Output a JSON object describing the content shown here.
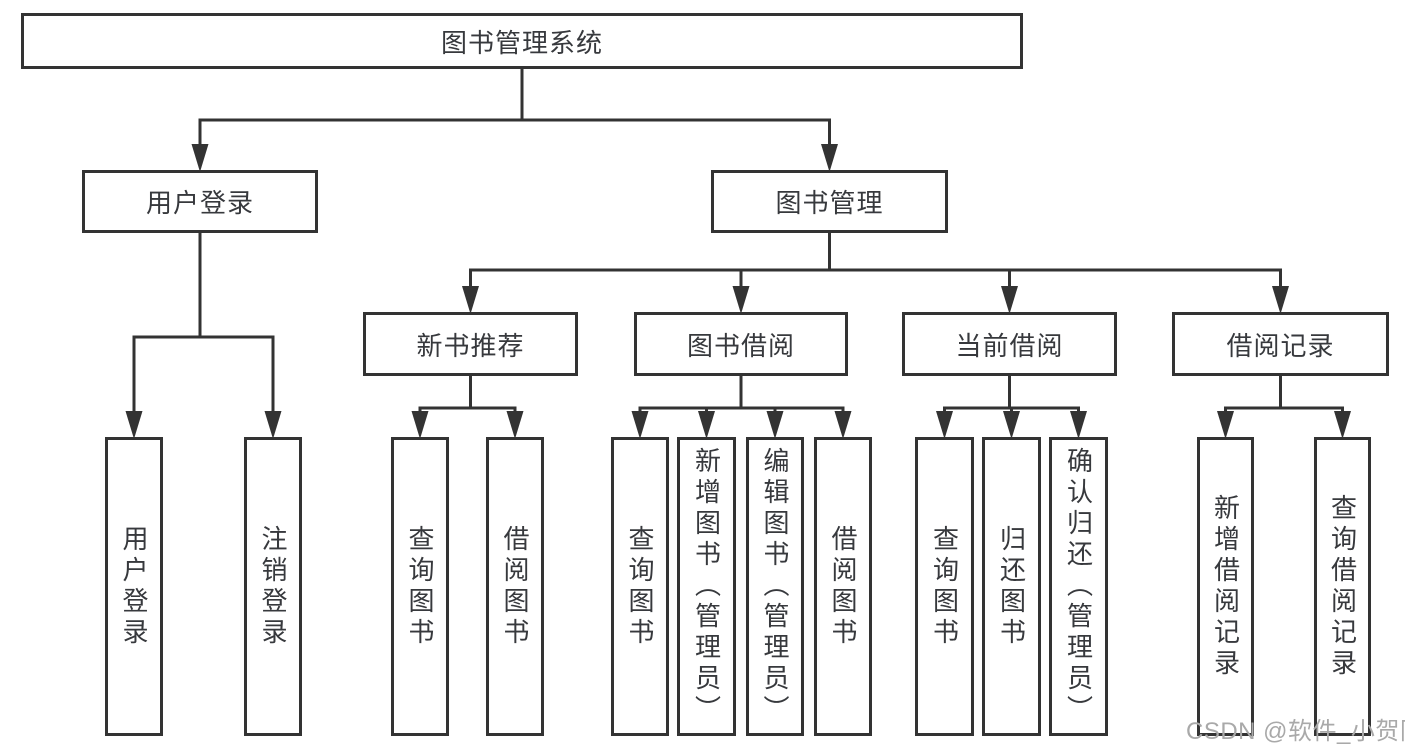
{
  "diagram": {
    "title": "图书管理系统",
    "nodes": [
      {
        "id": "root",
        "label": "图书管理系统",
        "orientation": "horizontal",
        "level": 0
      },
      {
        "id": "user-login-menu",
        "label": "用户登录",
        "orientation": "horizontal",
        "level": 1
      },
      {
        "id": "book-management",
        "label": "图书管理",
        "orientation": "horizontal",
        "level": 1
      },
      {
        "id": "new-book-recommend",
        "label": "新书推荐",
        "orientation": "horizontal",
        "level": 2
      },
      {
        "id": "book-borrowing",
        "label": "图书借阅",
        "orientation": "horizontal",
        "level": 2
      },
      {
        "id": "current-borrowing",
        "label": "当前借阅",
        "orientation": "horizontal",
        "level": 2
      },
      {
        "id": "borrowing-records",
        "label": "借阅记录",
        "orientation": "horizontal",
        "level": 2
      },
      {
        "id": "user-login",
        "label": "用户登录",
        "orientation": "vertical",
        "level": 3
      },
      {
        "id": "logout",
        "label": "注销登录",
        "orientation": "vertical",
        "level": 3
      },
      {
        "id": "query-books-1",
        "label": "查询图书",
        "orientation": "vertical",
        "level": 3
      },
      {
        "id": "borrow-books-1",
        "label": "借阅图书",
        "orientation": "vertical",
        "level": 3
      },
      {
        "id": "query-books-2",
        "label": "查询图书",
        "orientation": "vertical",
        "level": 3
      },
      {
        "id": "add-books-admin",
        "label": "新增图书（管理员）",
        "orientation": "vertical",
        "level": 3
      },
      {
        "id": "edit-books-admin",
        "label": "编辑图书（管理员）",
        "orientation": "vertical",
        "level": 3
      },
      {
        "id": "borrow-books-2",
        "label": "借阅图书",
        "orientation": "vertical",
        "level": 3
      },
      {
        "id": "query-books-3",
        "label": "查询图书",
        "orientation": "vertical",
        "level": 3
      },
      {
        "id": "return-books",
        "label": "归还图书",
        "orientation": "vertical",
        "level": 3
      },
      {
        "id": "confirm-return-admin",
        "label": "确认归还（管理员）",
        "orientation": "vertical",
        "level": 3
      },
      {
        "id": "add-borrow-record",
        "label": "新增借阅记录",
        "orientation": "vertical",
        "level": 3
      },
      {
        "id": "query-borrow-record",
        "label": "查询借阅记录",
        "orientation": "vertical",
        "level": 3
      }
    ],
    "edges": [
      {
        "parent": "root",
        "children": [
          "user-login-menu",
          "book-management"
        ]
      },
      {
        "parent": "user-login-menu",
        "children": [
          "user-login",
          "logout"
        ]
      },
      {
        "parent": "book-management",
        "children": [
          "new-book-recommend",
          "book-borrowing",
          "current-borrowing",
          "borrowing-records"
        ]
      },
      {
        "parent": "new-book-recommend",
        "children": [
          "query-books-1",
          "borrow-books-1"
        ]
      },
      {
        "parent": "book-borrowing",
        "children": [
          "query-books-2",
          "add-books-admin",
          "edit-books-admin",
          "borrow-books-2"
        ]
      },
      {
        "parent": "current-borrowing",
        "children": [
          "query-books-3",
          "return-books",
          "confirm-return-admin"
        ]
      },
      {
        "parent": "borrowing-records",
        "children": [
          "add-borrow-record",
          "query-borrow-record"
        ]
      }
    ],
    "colors": {
      "line": "#333333",
      "box_border": "#333333",
      "text": "#37393d",
      "background": "#ffffff",
      "watermark": "#a9a9a9"
    }
  },
  "watermark": {
    "text": "CSDN @软件_小贺同学"
  }
}
